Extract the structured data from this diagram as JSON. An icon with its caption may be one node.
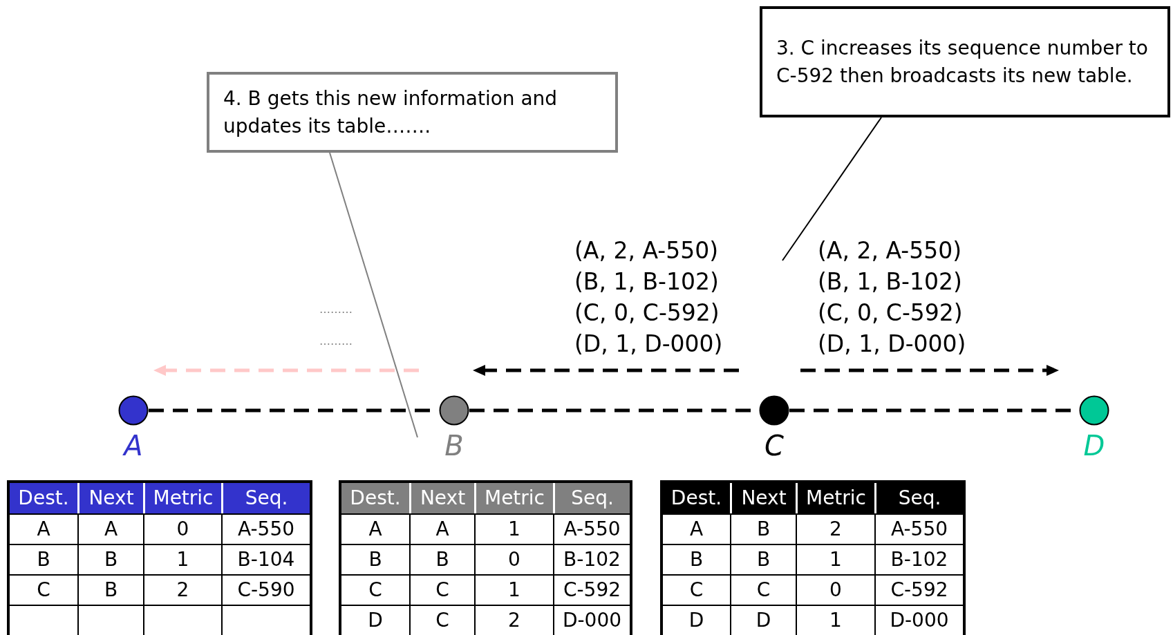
{
  "diagram": {
    "nodes": [
      {
        "text": [
          "4. B gets this new information and updates its table……."
        ]
      },
      {
        "text": [
          "3. C increases its sequence number to C-592 then broadcasts its new table."
        ]
      },
      {
        "text": [
          "A"
        ]
      },
      {
        "text": [
          "B"
        ]
      },
      {
        "text": [
          "C"
        ]
      },
      {
        "text": [
          "D"
        ]
      }
    ],
    "edges": [
      {
        "from": 2,
        "to": 3,
        "arrow": "none",
        "style": "dashed"
      },
      {
        "from": 3,
        "to": 4,
        "arrow": "none",
        "style": "dashed"
      },
      {
        "from": 4,
        "to": 5,
        "arrow": "none",
        "style": "dashed"
      },
      {
        "from": 0,
        "to": null,
        "arrow": "none",
        "color": "#808080"
      },
      {
        "from": 1,
        "to": null,
        "arrow": "none"
      }
    ],
    "labels": [
      "(A, 2, A-550)",
      "(B, 1, B-102)",
      "(C, 0, C-592)",
      "(D, 1, D-000)",
      "(A, 2, A-550)",
      "(B, 1, B-102)",
      "(C, 0, C-592)",
      "(D, 1, D-000)",
      "………",
      "………",
      "Dest.",
      "Next",
      "Metric",
      "Seq.",
      "A",
      "A",
      "0",
      "A-550",
      "B",
      "B",
      "1",
      "B-104",
      "C",
      "B",
      "2",
      "C-590",
      "Dest.",
      "Next",
      "Metric",
      "Seq.",
      "A",
      "A",
      "1",
      "A-550",
      "B",
      "B",
      "0",
      "B-102",
      "C",
      "C",
      "1",
      "C-592",
      "D",
      "C",
      "2",
      "D-000",
      "Dest.",
      "Next",
      "Metric",
      "Seq.",
      "A",
      "B",
      "2",
      "A-550",
      "B",
      "B",
      "1",
      "B-102",
      "C",
      "C",
      "0",
      "C-592",
      "D",
      "D",
      "1",
      "D-000"
    ]
  }
}
